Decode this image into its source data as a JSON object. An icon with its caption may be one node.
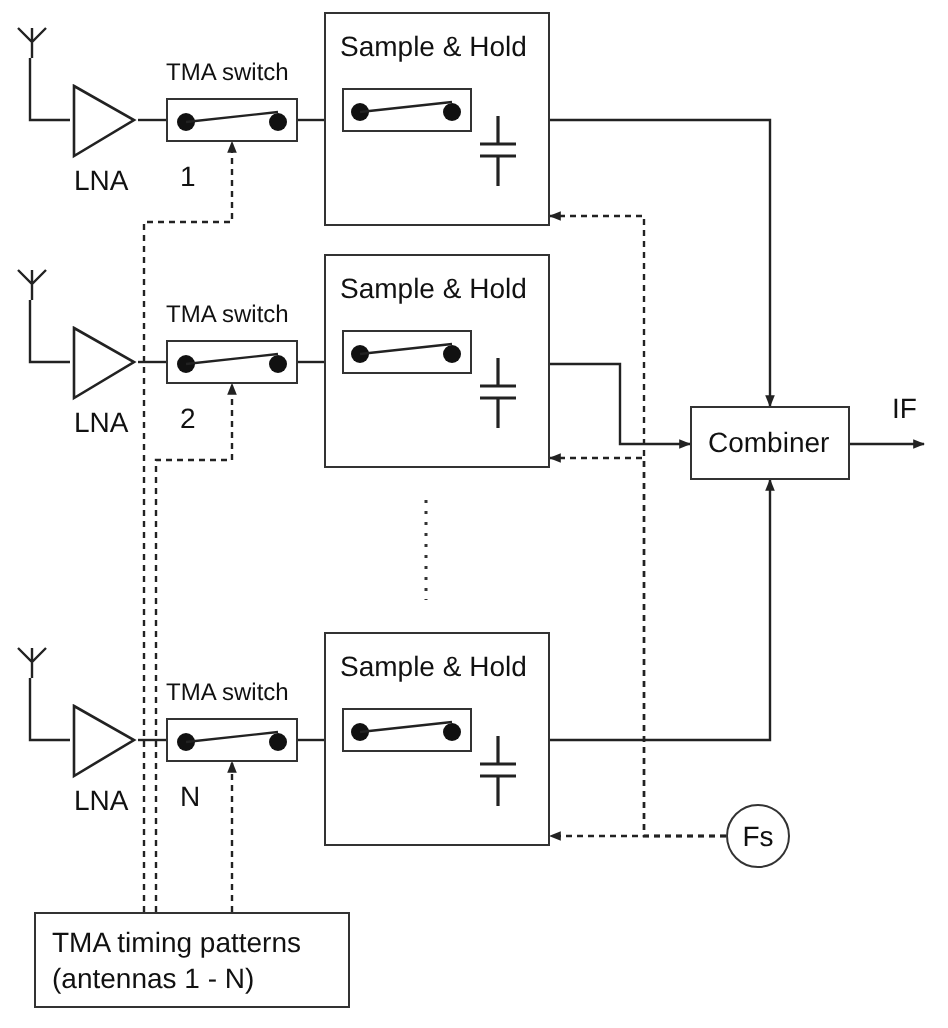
{
  "diagram": {
    "nodes": [
      {
        "text": [],
        "shape": "antenna"
      },
      {
        "text": [
          "LNA"
        ]
      },
      {
        "text": [
          "TMA switch"
        ],
        "beside": [
          "1"
        ]
      },
      {
        "text": [
          "Sample & Hold"
        ]
      },
      {
        "text": [],
        "shape": "antenna"
      },
      {
        "text": [
          "LNA"
        ]
      },
      {
        "text": [
          "TMA switch"
        ],
        "beside": [
          "2"
        ]
      },
      {
        "text": [
          "Sample & Hold"
        ]
      },
      {
        "text": [],
        "shape": "antenna"
      },
      {
        "text": [
          "LNA"
        ]
      },
      {
        "text": [
          "TMA switch"
        ],
        "beside": [
          "N"
        ]
      },
      {
        "text": [
          "Sample & Hold"
        ]
      },
      {
        "text": [
          "Combiner"
        ]
      },
      {
        "text": [
          "Fs"
        ]
      },
      {
        "text": [
          "TMA timing patterns (antennas 1 - N)"
        ]
      }
    ],
    "edges": [
      {
        "from": 0,
        "to": 1,
        "arrow": "none"
      },
      {
        "from": 1,
        "to": 2,
        "arrow": "none"
      },
      {
        "from": 2,
        "to": 3,
        "arrow": "none"
      },
      {
        "from": 4,
        "to": 5,
        "arrow": "none"
      },
      {
        "from": 5,
        "to": 6,
        "arrow": "none"
      },
      {
        "from": 6,
        "to": 7,
        "arrow": "none"
      },
      {
        "from": 8,
        "to": 9,
        "arrow": "none"
      },
      {
        "from": 9,
        "to": 10,
        "arrow": "none"
      },
      {
        "from": 10,
        "to": 11,
        "arrow": "none"
      },
      {
        "from": 3,
        "to": 12,
        "arrow": "to"
      },
      {
        "from": 7,
        "to": 12,
        "arrow": "to"
      },
      {
        "from": 11,
        "to": 12,
        "arrow": "to"
      },
      {
        "from": 12,
        "to": null,
        "arrow": "to",
        "label": "IF"
      },
      {
        "from": 14,
        "to": 2,
        "arrow": "to",
        "style": "dashed"
      },
      {
        "from": 14,
        "to": 6,
        "arrow": "to",
        "style": "dashed"
      },
      {
        "from": 14,
        "to": 10,
        "arrow": "to",
        "style": "dashed"
      },
      {
        "from": 13,
        "to": 3,
        "arrow": "to",
        "style": "dashed"
      },
      {
        "from": 13,
        "to": 7,
        "arrow": "to",
        "style": "dashed"
      },
      {
        "from": 13,
        "to": 11,
        "arrow": "to",
        "style": "dashed"
      }
    ]
  }
}
